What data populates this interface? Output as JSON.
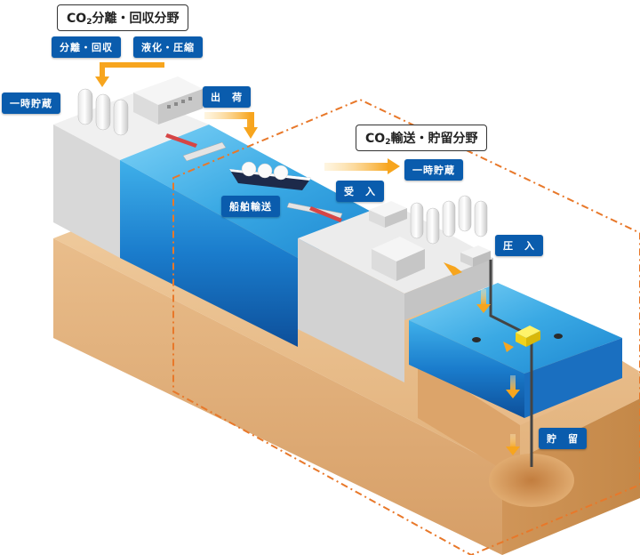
{
  "titles": {
    "capture_prefix": "CO",
    "capture_sub": "2",
    "capture_suffix": "分離・回収分野",
    "storage_prefix": "CO",
    "storage_sub": "2",
    "storage_suffix": "輸送・貯留分野"
  },
  "labels": {
    "separation": "分離・回収",
    "liquefaction": "液化・圧縮",
    "temp_storage_left": "一時貯蔵",
    "shipping_out": "出　荷",
    "ship_transport": "船舶輸送",
    "receiving": "受　入",
    "temp_storage_right": "一時貯蔵",
    "injection": "圧　入",
    "storage": "貯　留"
  },
  "colors": {
    "tag_bg": "#0a5cad",
    "arrow_orange": "#f7a51e",
    "dashed_border": "#e8782a",
    "sea": "#1e90d8",
    "sand": "#e6b887",
    "building": "#d9d9d9"
  }
}
